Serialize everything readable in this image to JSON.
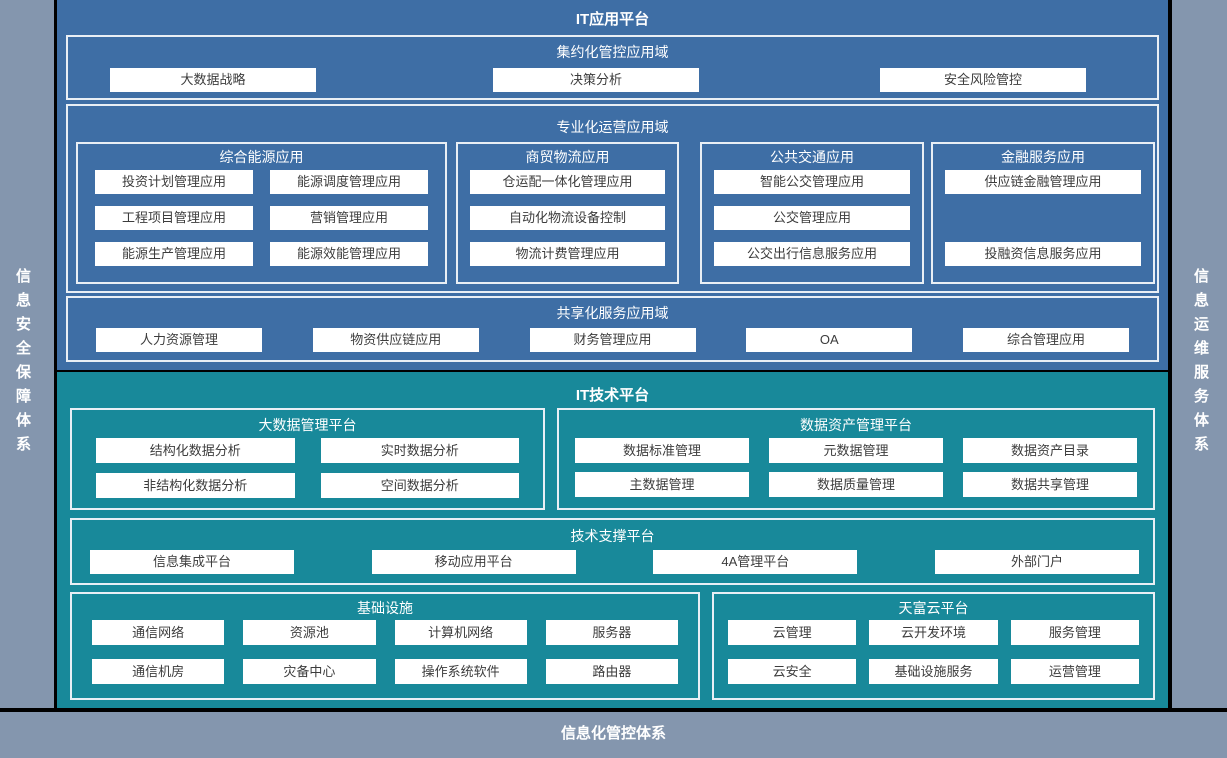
{
  "page": {
    "left_sidebar": "信息安全保障体系",
    "right_sidebar": "信息运维服务体系",
    "bottom_bar": "信息化管控体系"
  },
  "app_platform": {
    "title": "IT应用平台",
    "centralized_domain": {
      "title": "集约化管控应用域",
      "items": [
        "大数据战略",
        "决策分析",
        "安全风险管控"
      ]
    },
    "professional_domain": {
      "title": "专业化运营应用域",
      "groups": [
        {
          "title": "综合能源应用",
          "items": [
            "投资计划管理应用",
            "能源调度管理应用",
            "工程项目管理应用",
            "营销管理应用",
            "能源生产管理应用",
            "能源效能管理应用"
          ]
        },
        {
          "title": "商贸物流应用",
          "items": [
            "仓运配一体化管理应用",
            "自动化物流设备控制",
            "物流计费管理应用"
          ]
        },
        {
          "title": "公共交通应用",
          "items": [
            "智能公交管理应用",
            "公交管理应用",
            "公交出行信息服务应用"
          ]
        },
        {
          "title": "金融服务应用",
          "items": [
            "供应链金融管理应用",
            "投融资信息服务应用"
          ]
        }
      ]
    },
    "shared_domain": {
      "title": "共享化服务应用域",
      "items": [
        "人力资源管理",
        "物资供应链应用",
        "财务管理应用",
        "OA",
        "综合管理应用"
      ]
    }
  },
  "tech_platform": {
    "title": "IT技术平台",
    "bigdata": {
      "title": "大数据管理平台",
      "items": [
        "结构化数据分析",
        "实时数据分析",
        "非结构化数据分析",
        "空间数据分析"
      ]
    },
    "data_asset": {
      "title": "数据资产管理平台",
      "items": [
        "数据标准管理",
        "元数据管理",
        "数据资产目录",
        "主数据管理",
        "数据质量管理",
        "数据共享管理"
      ]
    },
    "tech_support": {
      "title": "技术支撑平台",
      "items": [
        "信息集成平台",
        "移动应用平台",
        "4A管理平台",
        "外部门户"
      ]
    },
    "infrastructure": {
      "title": "基础设施",
      "items": [
        "通信网络",
        "资源池",
        "计算机网络",
        "服务器",
        "通信机房",
        "灾备中心",
        "操作系统软件",
        "路由器"
      ]
    },
    "cloud": {
      "title": "天富云平台",
      "items": [
        "云管理",
        "云开发环境",
        "服务管理",
        "云安全",
        "基础设施服务",
        "运营管理"
      ]
    }
  },
  "colors": {
    "app_platform_blue": "#3E6EA5",
    "tech_platform_teal": "#18899A",
    "pillar_gray": "#8496AE",
    "panel_border": "#E9EFF5",
    "box_text": "#3C3C3C",
    "frame_black": "#000000"
  }
}
